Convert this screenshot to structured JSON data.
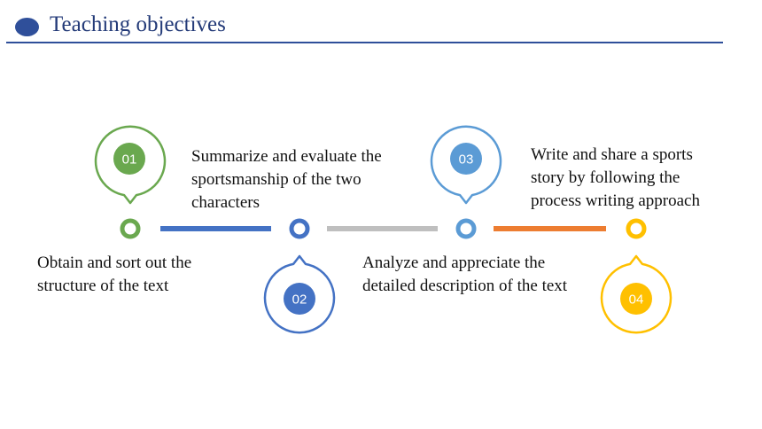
{
  "header": {
    "title": "Teaching objectives",
    "accent_color": "#2f4f9a"
  },
  "timeline": {
    "steps": [
      {
        "number": "01",
        "color": "#6aa84f",
        "lines": [
          "Obtain and sort out the",
          "structure of the text"
        ]
      },
      {
        "number": "02",
        "color": "#4472c4",
        "lines": [
          "Summarize and evaluate the",
          "sportsmanship of the two",
          "characters"
        ]
      },
      {
        "number": "03",
        "color": "#5b9bd5",
        "lines": [
          "Analyze and appreciate the",
          "detailed description of the text"
        ]
      },
      {
        "number": "04",
        "color": "#ffc000",
        "lines": [
          "Write and share a sports",
          "story by following the",
          "process writing approach"
        ]
      }
    ],
    "connector_colors": [
      "#4472c4",
      "#bfbfbf",
      "#ed7d31"
    ]
  }
}
